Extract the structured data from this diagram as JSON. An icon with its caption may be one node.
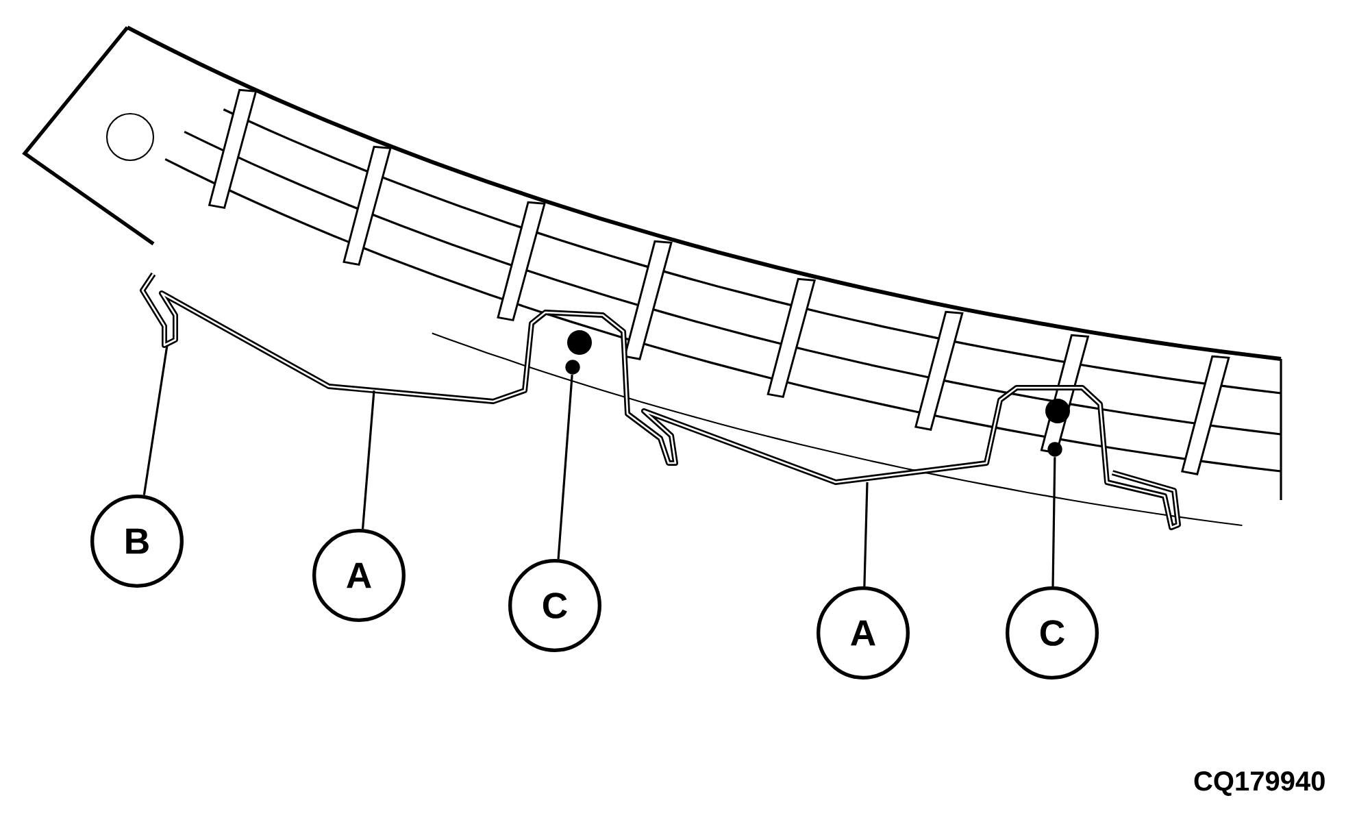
{
  "diagram": {
    "nodes": [
      {
        "text": [
          "B"
        ]
      },
      {
        "text": [
          "A"
        ]
      },
      {
        "text": [
          "C"
        ]
      },
      {
        "text": [
          "A"
        ]
      },
      {
        "text": [
          "C"
        ]
      },
      {
        "text": [],
        "shape": "circle"
      },
      {
        "text": [],
        "shape": "circle"
      }
    ],
    "edges": [
      {
        "from": 0,
        "to": null,
        "arrow": "none"
      },
      {
        "from": 1,
        "to": null,
        "arrow": "none"
      },
      {
        "from": 2,
        "to": 5,
        "arrow": "none"
      },
      {
        "from": 3,
        "to": null,
        "arrow": "none"
      },
      {
        "from": 4,
        "to": 6,
        "arrow": "none"
      }
    ],
    "labels": [
      "CQ179940"
    ]
  }
}
